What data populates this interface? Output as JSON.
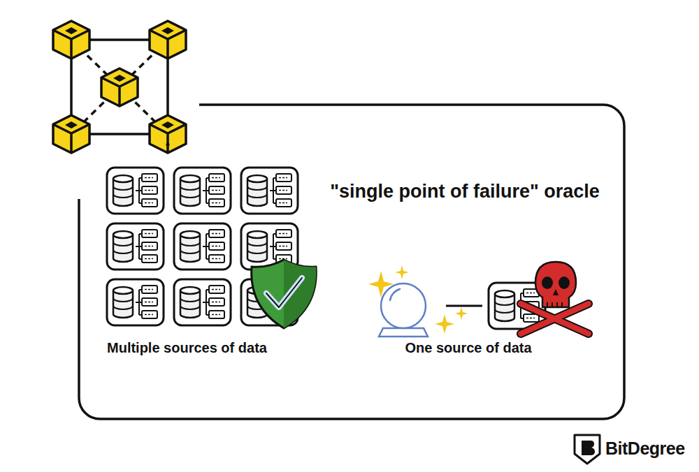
{
  "diagram": {
    "nodes": [
      {
        "text": [
          "\"single point of failure\" oracle",
          "Multiple sources of data",
          "One source of data"
        ]
      }
    ],
    "labels": [
      "BitDegree"
    ]
  }
}
